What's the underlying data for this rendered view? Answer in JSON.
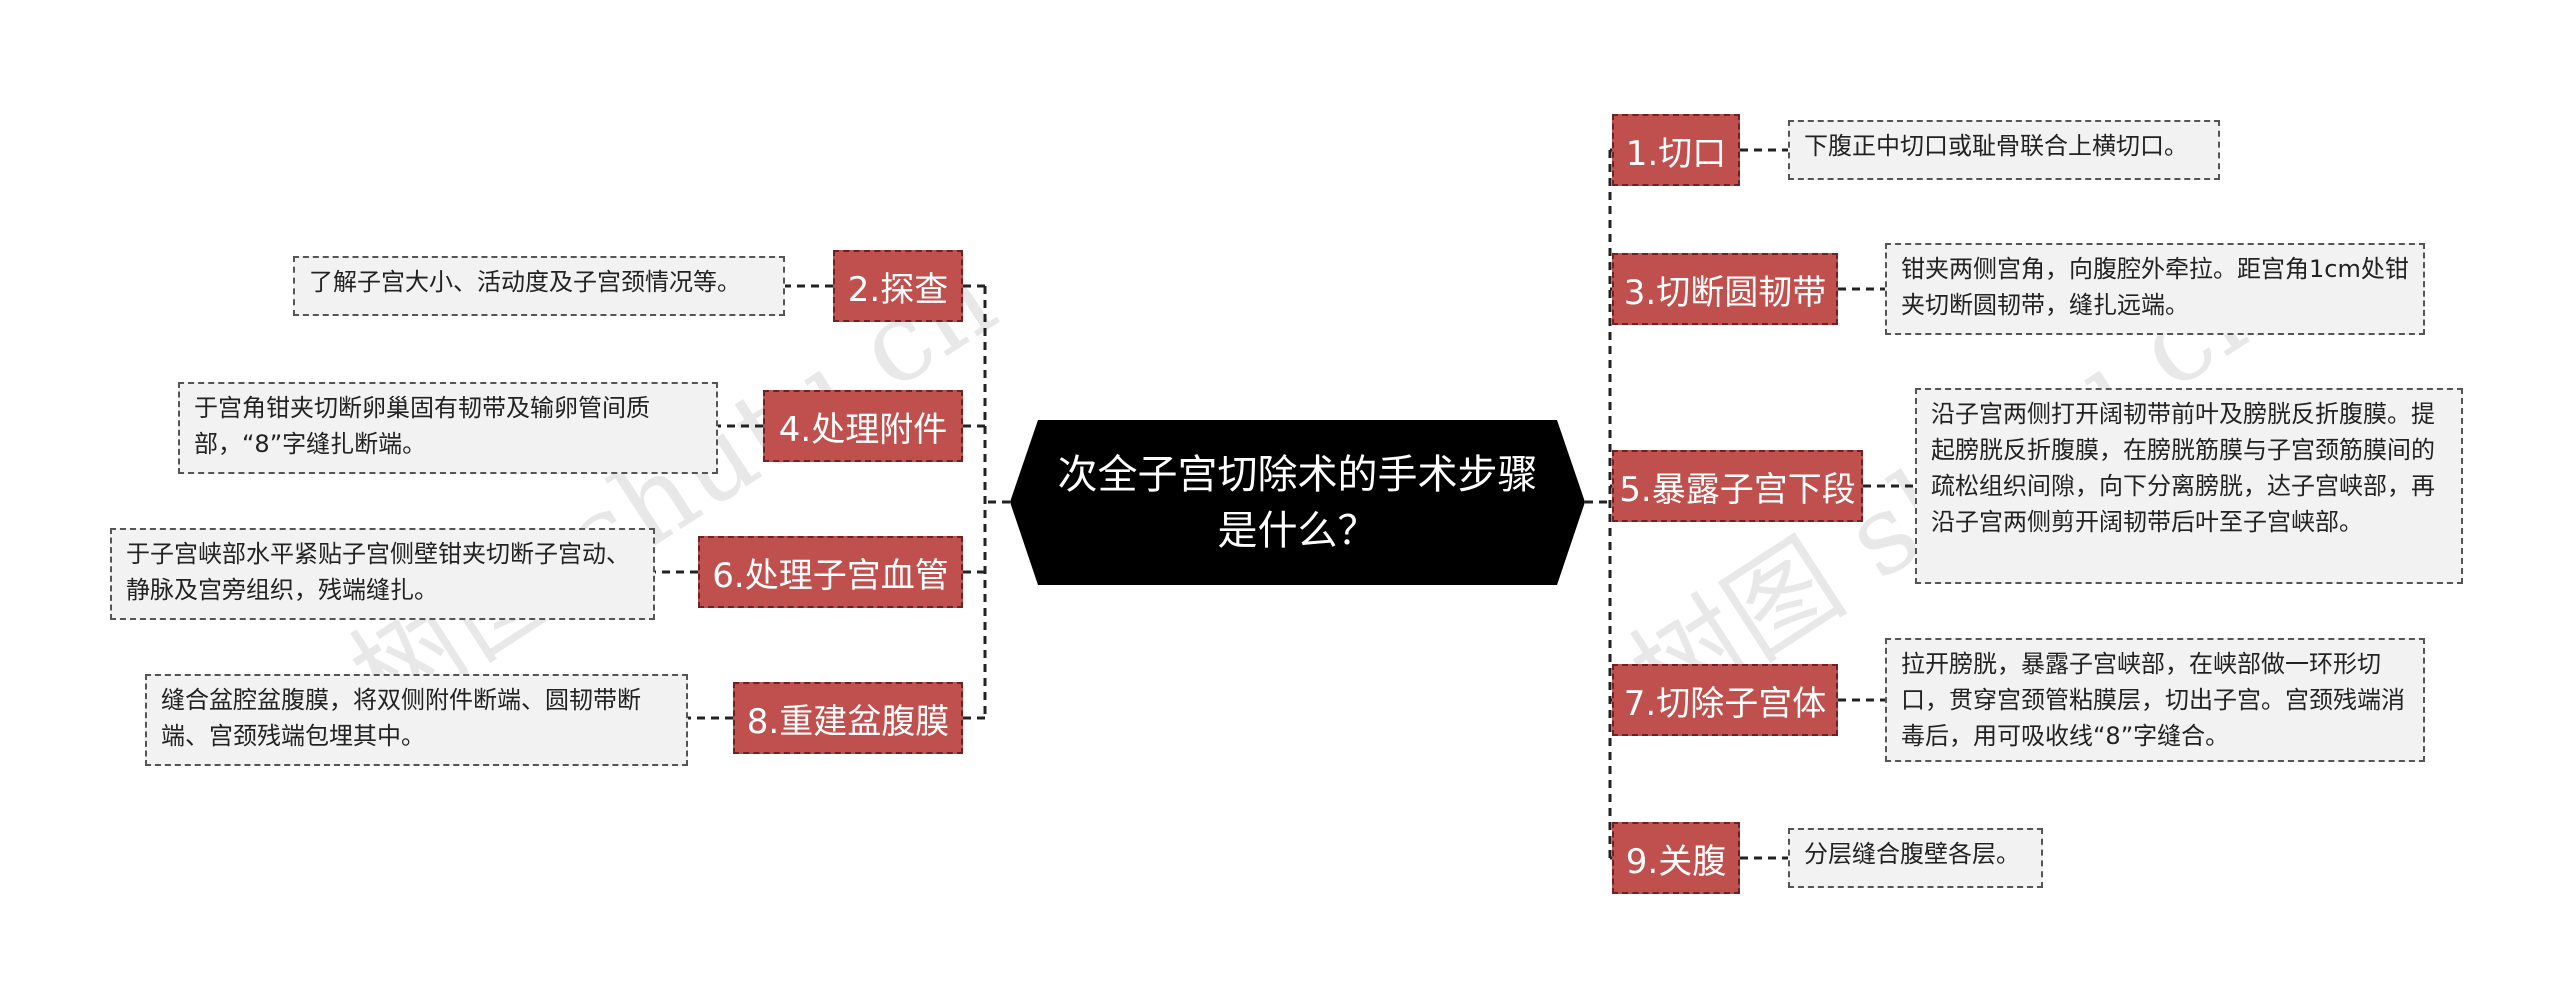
{
  "central": {
    "title": "次全子宫切除术的手术步骤是什么？"
  },
  "steps_left": [
    {
      "label": "2.探查",
      "detail": "了解子宫大小、活动度及子宫颈情况等。"
    },
    {
      "label": "4.处理附件",
      "detail": "于宫角钳夹切断卵巢固有韧带及输卵管间质部，“8”字缝扎断端。"
    },
    {
      "label": "6.处理子宫血管",
      "detail": "于子宫峡部水平紧贴子宫侧壁钳夹切断子宫动、静脉及宫旁组织，残端缝扎。"
    },
    {
      "label": "8.重建盆腹膜",
      "detail": "缝合盆腔盆腹膜，将双侧附件断端、圆韧带断端、宫颈残端包埋其中。"
    }
  ],
  "steps_right": [
    {
      "label": "1.切口",
      "detail": "下腹正中切口或耻骨联合上横切口。"
    },
    {
      "label": "3.切断圆韧带",
      "detail": "钳夹两侧宫角，向腹腔外牵拉。距宫角1cm处钳夹切断圆韧带，缝扎远端。"
    },
    {
      "label": "5.暴露子宫下段",
      "detail": "沿子宫两侧打开阔韧带前叶及膀胱反折腹膜。提起膀胱反折腹膜，在膀胱筋膜与子宫颈筋膜间的疏松组织间隙，向下分离膀胱，达子宫峡部，再沿子宫两侧剪开阔韧带后叶至子宫峡部。"
    },
    {
      "label": "7.切除子宫体",
      "detail": "拉开膀胱，暴露子宫峡部，在峡部做一环形切口，贯穿宫颈管粘膜层，切出子宫。宫颈残端消毒后，用可吸收线“8”字缝合。"
    },
    {
      "label": "9.关腹",
      "detail": "分层缝合腹壁各层。"
    }
  ],
  "watermark": {
    "text": "树图 shutu.cn"
  },
  "colors": {
    "step_fill": "#c0504d",
    "central_fill": "#000000",
    "detail_fill": "#f2f2f2"
  }
}
